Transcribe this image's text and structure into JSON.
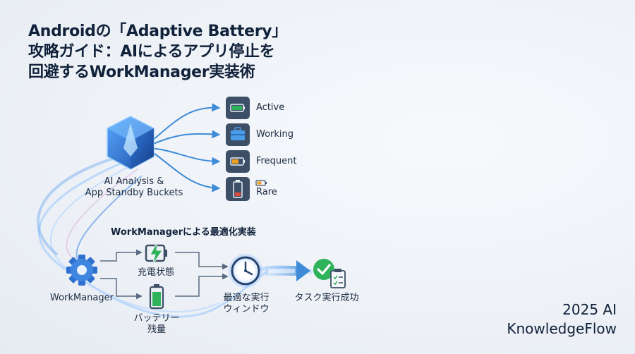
{
  "title": {
    "line1": "Androidの「Adaptive Battery」",
    "line2": "攻略ガイド：AIによるアプリ停止を",
    "line3": "回避するWorkManager実装術"
  },
  "ai_node": {
    "label_line1": "AI Analysis &",
    "label_line2": "App Standby Buckets",
    "icon": "cube-icon"
  },
  "buckets": [
    {
      "label": "Active",
      "icon": "battery-full-icon"
    },
    {
      "label": "Working",
      "icon": "briefcase-icon"
    },
    {
      "label": "Frequent",
      "icon": "battery-half-icon"
    },
    {
      "label": "Rare",
      "icon": "battery-low-icon"
    }
  ],
  "workmanager_section": {
    "title": "WorkManagerによる最適化実装",
    "workmanager_label": "WorkManager",
    "charging_label": "充電状態",
    "battery_label_line1": "バッテリー",
    "battery_label_line2": "残量",
    "window_label_line1": "最適な実行",
    "window_label_line2": "ウィンドウ",
    "success_label": "タスク実行成功"
  },
  "footer": {
    "line1": "2025 AI",
    "line2": "KnowledgeFlow"
  },
  "colors": {
    "accent_blue": "#3f8bd8",
    "green": "#2fb35a",
    "orange": "#f0a020",
    "red": "#e04a3a",
    "icon_tile": "#3d4f66"
  }
}
